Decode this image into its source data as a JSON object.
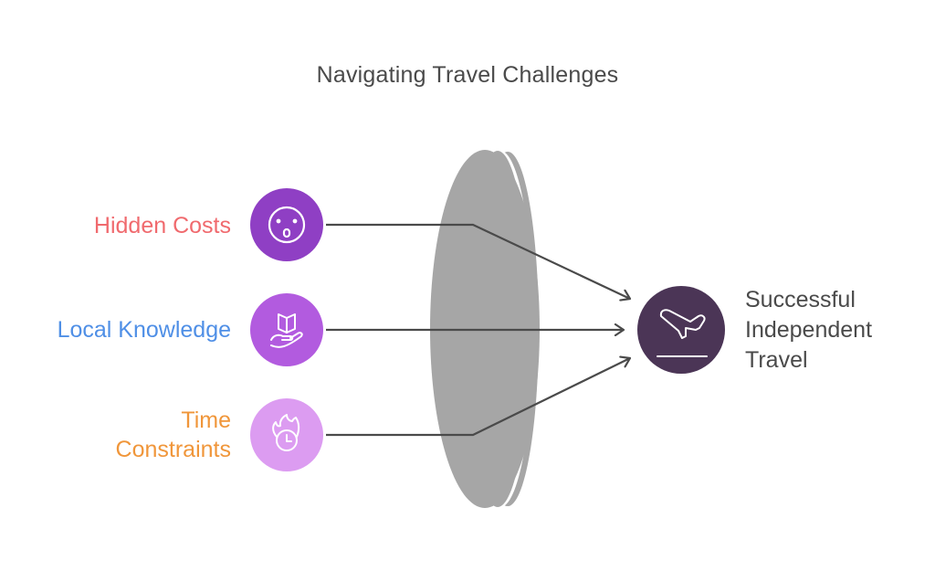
{
  "title": "Navigating Travel Challenges",
  "inputs": [
    {
      "label_lines": [
        "Hidden Costs"
      ],
      "color": "#f06a6e",
      "circle_color": "#8f3fc4",
      "icon": "surprised-face-icon"
    },
    {
      "label_lines": [
        "Local Knowledge"
      ],
      "color": "#4f8fe6",
      "circle_color": "#b25bdf",
      "icon": "book-in-hand-icon"
    },
    {
      "label_lines": [
        "Time",
        "Constraints"
      ],
      "color": "#f0963a",
      "circle_color": "#dc9cf1",
      "icon": "clock-fire-icon"
    }
  ],
  "lens": {
    "color": "#a6a6a6",
    "label": "filter-lens"
  },
  "output": {
    "label_lines": [
      "Successful",
      "Independent",
      "Travel"
    ],
    "circle_color": "#4b3556",
    "icon": "airplane-takeoff-icon"
  },
  "connector_color": "#4a4a4a"
}
